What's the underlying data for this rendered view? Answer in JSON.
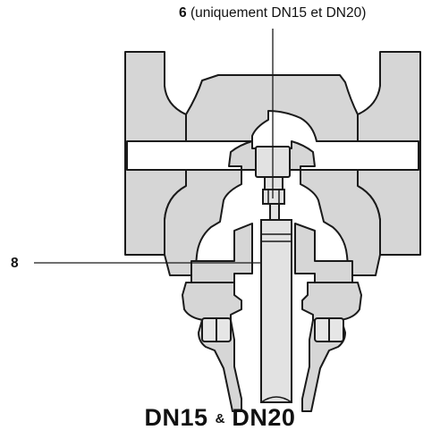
{
  "callouts": {
    "top_number": "6",
    "top_text": "(uniquement DN15 et DN20)",
    "left_number": "8"
  },
  "caption": {
    "size_a": "DN15",
    "separator": "&",
    "size_b": "DN20"
  },
  "colors": {
    "body_fill": "#d6d6d6",
    "outline": "#1a1a1a",
    "background": "#ffffff"
  }
}
